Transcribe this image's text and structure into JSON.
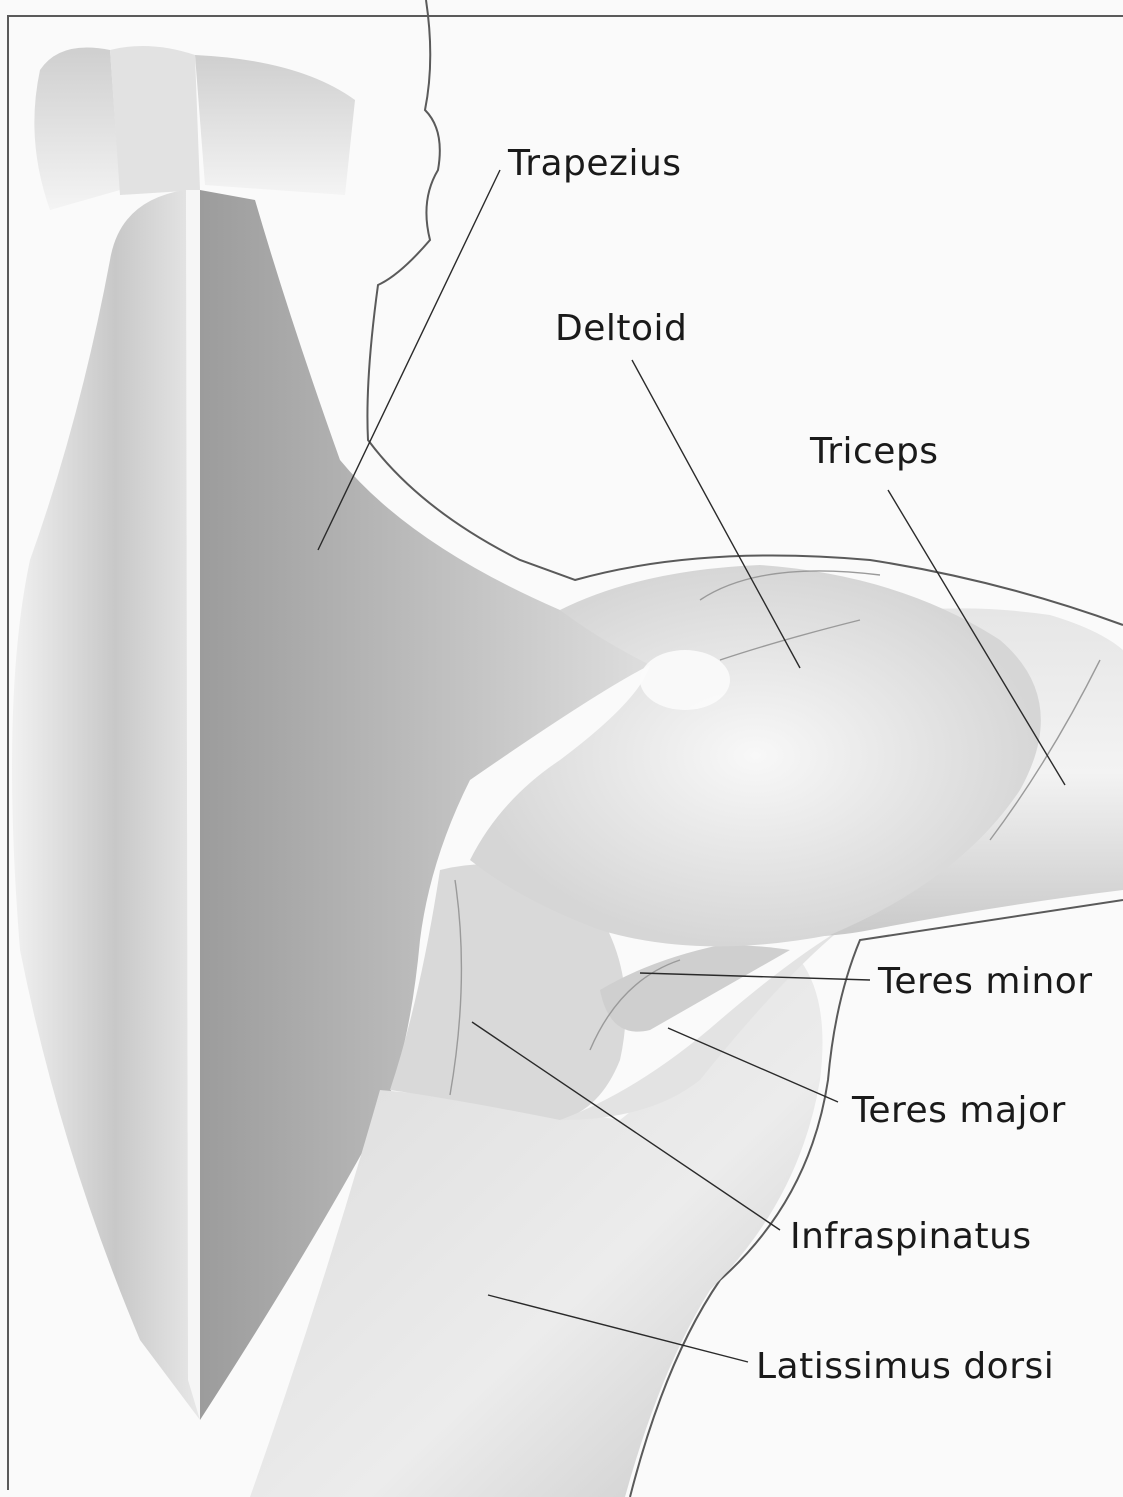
{
  "labels": {
    "trapezius": "Trapezius",
    "deltoid": "Deltoid",
    "triceps": "Triceps",
    "teres_minor": "Teres minor",
    "teres_major": "Teres major",
    "infraspinatus": "Infraspinatus",
    "latissimus_dorsi": "Latissimus dorsi"
  },
  "colors": {
    "paper": "#fafafa",
    "muscle_dark": "#b4b4b4",
    "muscle_mid": "#d2d2d2",
    "muscle_light": "#eeeeee",
    "ink": "#1a1a1a"
  }
}
